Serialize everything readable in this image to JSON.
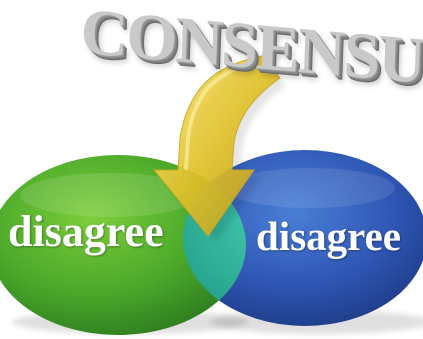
{
  "image": {
    "title_word": "CONSENSUS",
    "left_circle_label": "disagree",
    "right_circle_label": "disagree",
    "colors": {
      "left_circle": "#4aa82a",
      "right_circle": "#2f56b4",
      "overlap": "#2fb39a",
      "arrow": "#e2c22a",
      "title_text": "#c9c9c9"
    }
  }
}
